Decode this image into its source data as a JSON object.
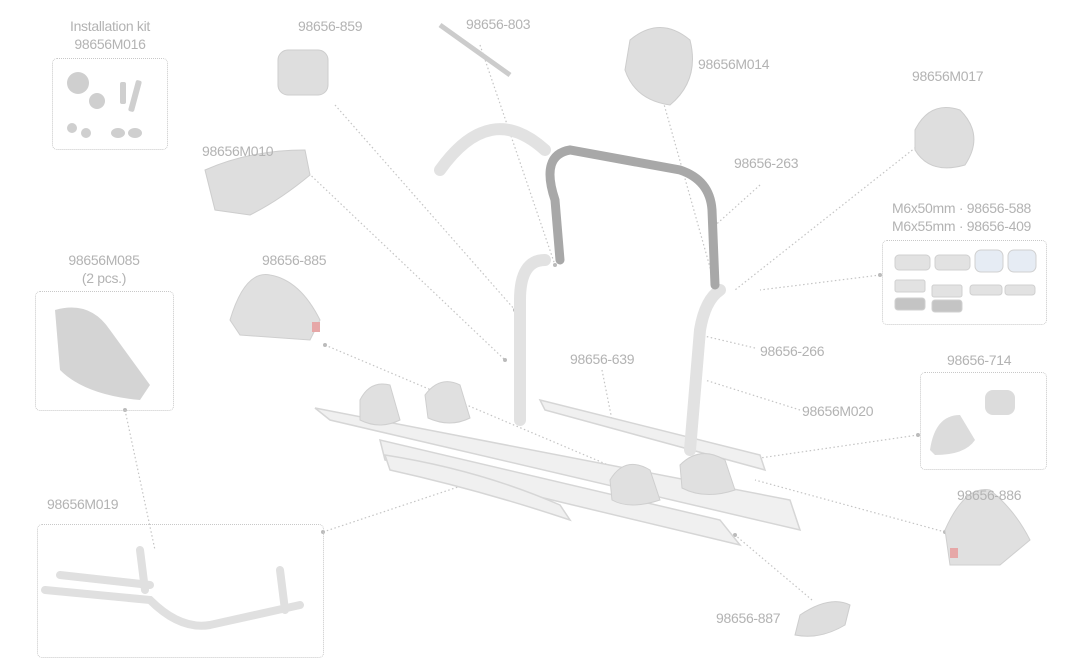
{
  "title": "Bike carrier exploded parts diagram",
  "parts": {
    "installation_kit": {
      "title": "Installation kit",
      "code": "98656M016"
    },
    "pad_859": "98656-859",
    "bolt_803": "98656-803",
    "knob_m014": "98656M014",
    "knob_m017": "98656M017",
    "holder_m010": "98656M010",
    "frame_263": "98656-263",
    "screws": {
      "line1": "M6x50mm · 98656-588",
      "line2": "M6x55mm · 98656-409"
    },
    "cover_m085": {
      "code": "98656M085",
      "qty": "(2 pcs.)"
    },
    "wheel_holder_885": "98656-885",
    "rail_639": "98656-639",
    "tube_266": "98656-266",
    "caps_714": "98656-714",
    "clamp_m020": "98656M020",
    "base_m019": "98656M019",
    "wheel_holder_886": "98656-886",
    "end_cap_887": "98656-887"
  },
  "colors": {
    "label": "#b3b3b3",
    "part": "#dcdcdc",
    "part_dark": "#bdbdbd",
    "accent_red": "#e0a0a0",
    "metal": "#9a9a9a"
  }
}
